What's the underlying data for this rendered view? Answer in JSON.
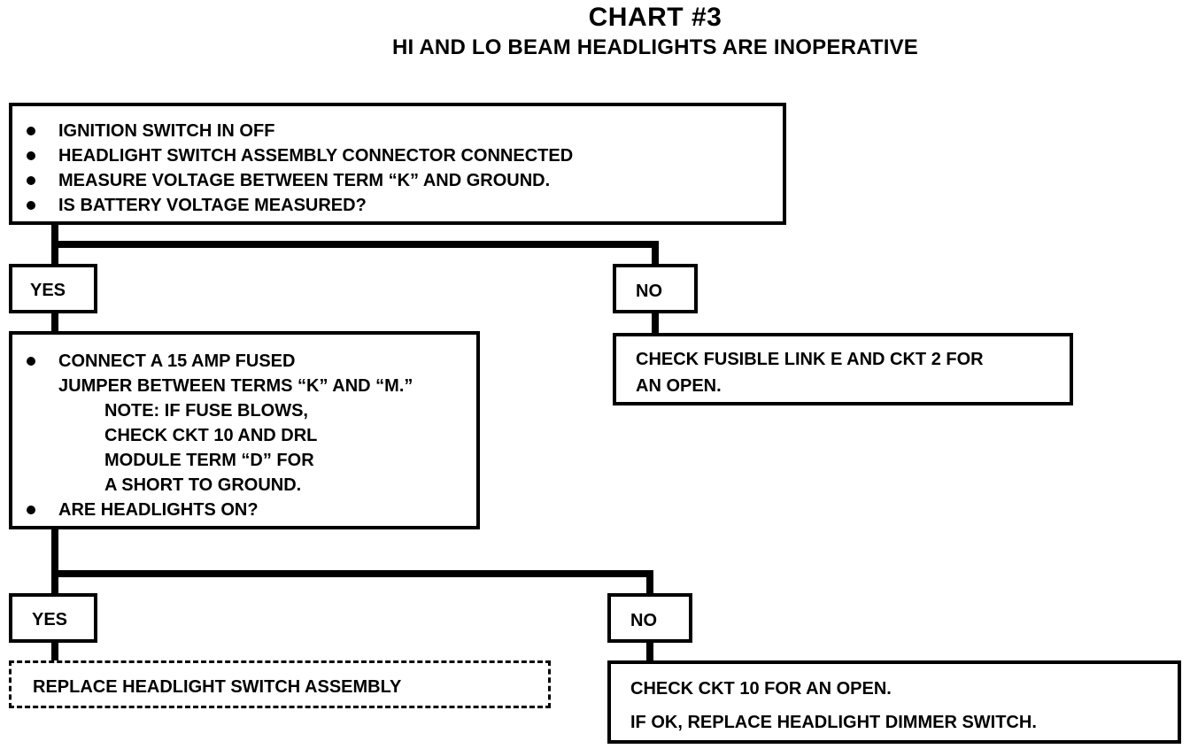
{
  "title": "CHART #3",
  "subtitle": "HI AND LO BEAM HEADLIGHTS ARE INOPERATIVE",
  "step1": {
    "lines": [
      "IGNITION SWITCH IN OFF",
      "HEADLIGHT SWITCH ASSEMBLY CONNECTOR CONNECTED",
      "MEASURE VOLTAGE BETWEEN TERM “K” AND GROUND.",
      "IS BATTERY VOLTAGE MEASURED?"
    ]
  },
  "yes1": "YES",
  "no1": "NO",
  "no1_action": [
    "CHECK FUSIBLE LINK E AND CKT 2 FOR",
    "AN OPEN."
  ],
  "step2": {
    "line1": "CONNECT A 15 AMP FUSED",
    "line2": "JUMPER BETWEEN TERMS “K” AND “M.”",
    "note": [
      "NOTE: IF FUSE BLOWS,",
      "CHECK CKT 10 AND DRL",
      "MODULE TERM “D” FOR",
      "A SHORT TO GROUND."
    ],
    "line3": "ARE HEADLIGHTS ON?"
  },
  "yes2": "YES",
  "no2": "NO",
  "yes2_action": "REPLACE HEADLIGHT SWITCH ASSEMBLY",
  "no2_action": [
    "CHECK CKT 10 FOR AN OPEN.",
    "IF OK, REPLACE HEADLIGHT DIMMER SWITCH."
  ]
}
